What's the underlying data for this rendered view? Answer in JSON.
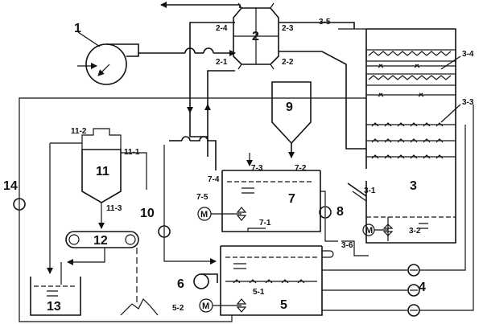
{
  "units": {
    "fan": "1",
    "heat_exchanger": "2",
    "tower": "3",
    "pumps": "4",
    "tank5": "5",
    "pump6": "6",
    "tank7": "7",
    "pump8": "8",
    "hopper": "9",
    "pump10": "10",
    "separator": "11",
    "conveyor": "12",
    "tank13": "13",
    "pump14": "14"
  },
  "ports": {
    "p2_1": "2-1",
    "p2_2": "2-2",
    "p2_3": "2-3",
    "p2_4": "2-4",
    "p3_1": "3-1",
    "p3_2": "3-2",
    "p3_3": "3-3",
    "p3_4": "3-4",
    "p3_5": "3-5",
    "p3_6": "3-6",
    "p5_1": "5-1",
    "p5_2": "5-2",
    "p7_1": "7-1",
    "p7_2": "7-2",
    "p7_3": "7-3",
    "p7_4": "7-4",
    "p7_5": "7-5",
    "p11_1": "11-1",
    "p11_2": "11-2",
    "p11_3": "11-3"
  },
  "motor_label": "M"
}
